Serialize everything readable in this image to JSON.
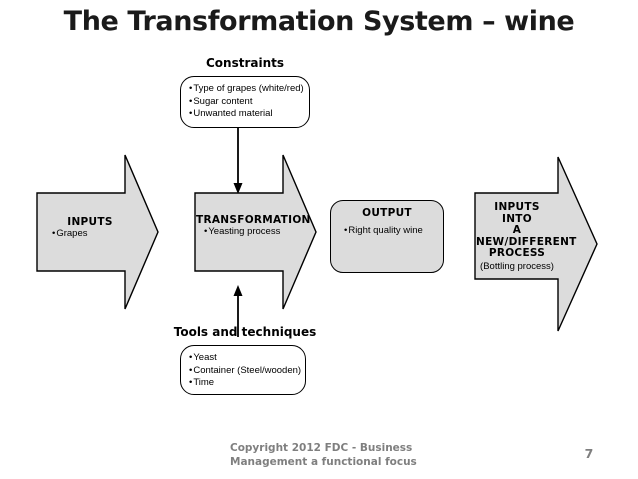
{
  "slide": {
    "title": "The Transformation System – wine",
    "page_number": "7",
    "footer_line1": "Copyright 2012 FDC - Business",
    "footer_line2": "Management a functional focus",
    "background_color": "#ffffff",
    "shape_fill_color": "#dcdcdc",
    "shape_outline_color": "#000000",
    "footer_color": "#7f7f7f"
  },
  "constraints": {
    "caption": "Constraints",
    "bullets": [
      "Type of grapes (white/red)",
      "Sugar content",
      "Unwanted material"
    ]
  },
  "tools": {
    "caption": "Tools and techniques",
    "bullets": [
      "Yeast",
      "Container (Steel/wooden)",
      "Time"
    ]
  },
  "inputs": {
    "title": "INPUTS",
    "bullets": [
      "Grapes"
    ]
  },
  "transformation": {
    "title": "TRANSFORMATION",
    "bullets": [
      "Yeasting process"
    ]
  },
  "output": {
    "title": "OUTPUT",
    "bullets": [
      "Right quality wine"
    ]
  },
  "new_process": {
    "line1": "INPUTS",
    "line2": "INTO",
    "line3": "A",
    "line4": "NEW/DIFFERENT",
    "line5": "PROCESS",
    "note": "(Bottling process)"
  }
}
